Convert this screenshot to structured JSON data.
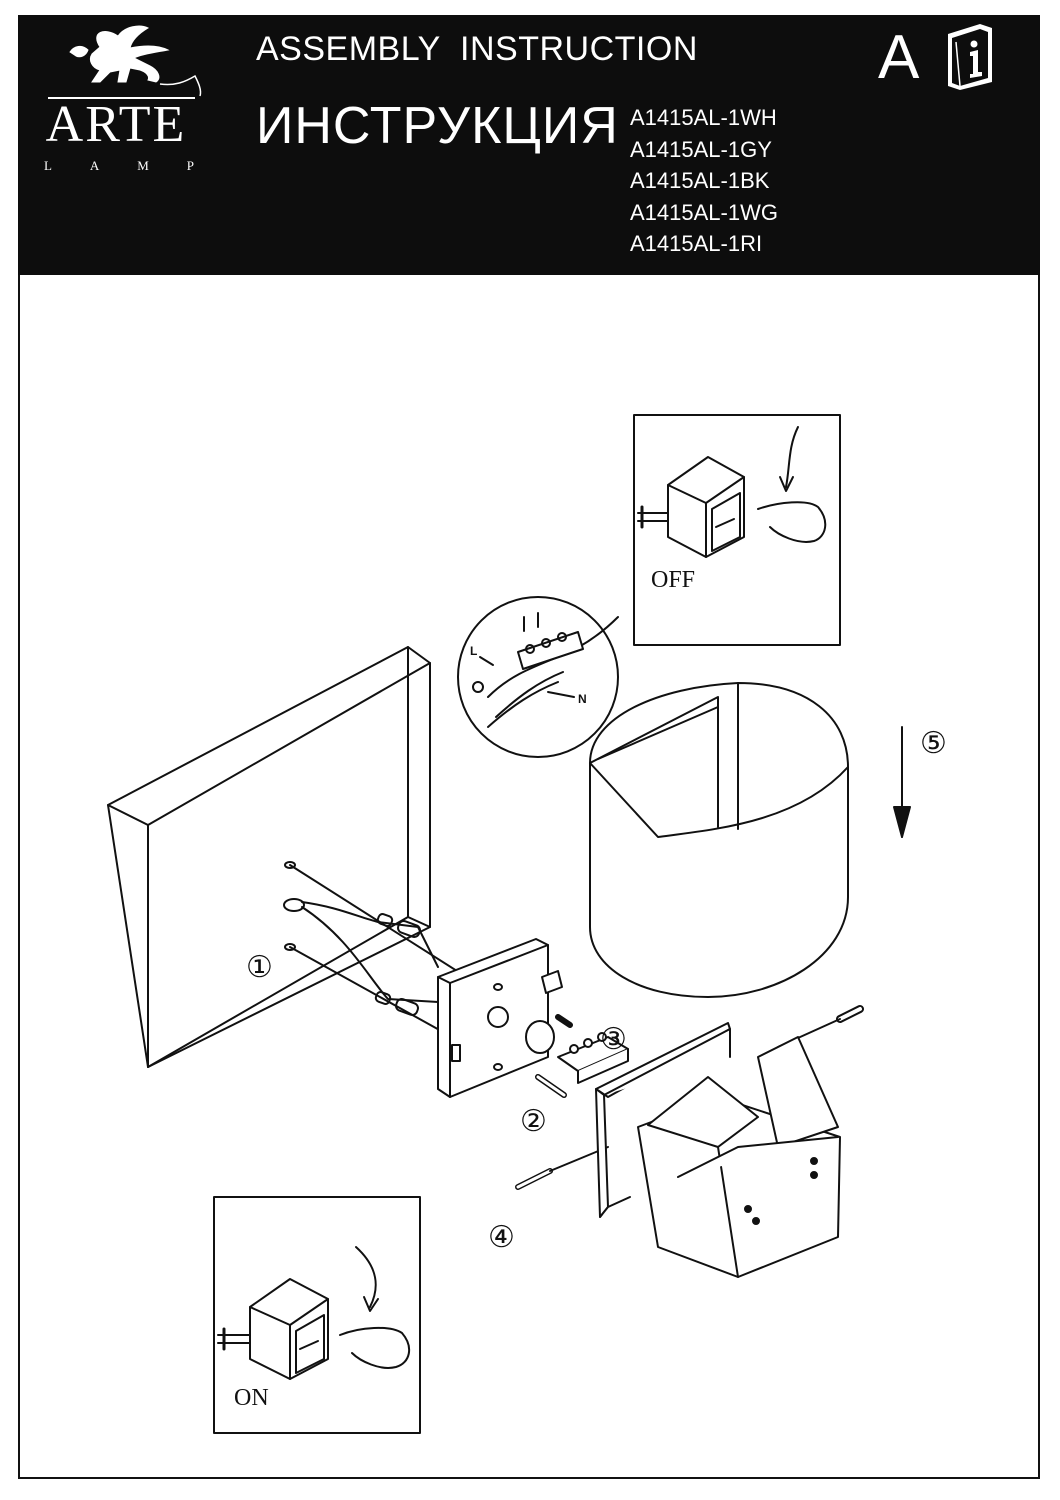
{
  "header": {
    "brand_name": "ARTE",
    "brand_sub": [
      "L",
      "A",
      "M",
      "P"
    ],
    "title_en": "ASSEMBLY  INSTRUCTION",
    "title_ru": "ИНСТРУКЦИЯ",
    "section_letter": "A",
    "models": [
      "A1415AL-1WH",
      "A1415AL-1GY",
      "A1415AL-1BK",
      "A1415AL-1WG",
      "A1415AL-1RI"
    ]
  },
  "diagram": {
    "switch_off_label": "OFF",
    "switch_on_label": "ON",
    "wire_labels": {
      "live": "L",
      "neutral": "N"
    },
    "steps": [
      "①",
      "②",
      "③",
      "④",
      "⑤"
    ]
  },
  "colors": {
    "header_bg": "#0d0d0d",
    "header_text": "#ffffff",
    "line": "#111111"
  },
  "icons": [
    "winged-lion-logo-icon",
    "manual-info-icon",
    "ground-symbol-icon",
    "hand-icon",
    "curved-arrow-icon"
  ]
}
